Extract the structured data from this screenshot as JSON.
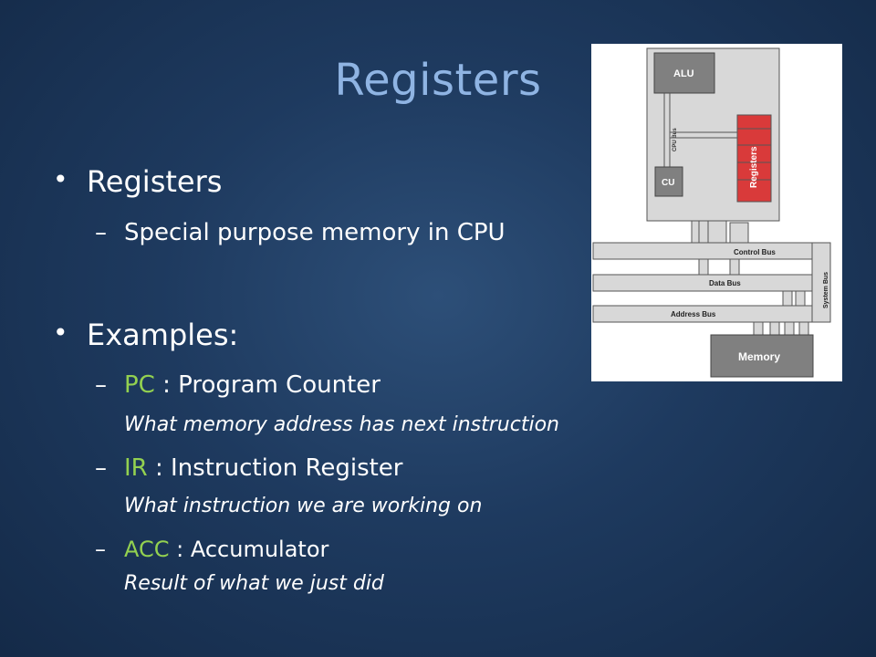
{
  "title": "Registers",
  "bullets": [
    {
      "label": "Registers",
      "subs": [
        {
          "prefix": "",
          "text": "Special purpose memory in CPU",
          "note": ""
        }
      ]
    },
    {
      "label": "Examples:",
      "subs": [
        {
          "prefix": "PC",
          "text": " : Program Counter",
          "note": "What memory address has next instruction"
        },
        {
          "prefix": "IR",
          "text": " : Instruction Register",
          "note": "What instruction we are working on"
        },
        {
          "prefix": "ACC",
          "text": " : Accumulator",
          "note": "Result of what we just did"
        }
      ]
    }
  ],
  "diagram": {
    "alu": "ALU",
    "cpu_bus": "CPU Bus",
    "registers": "Registers",
    "cu": "CU",
    "control_bus": "Control Bus",
    "data_bus": "Data Bus",
    "address_bus": "Address Bus",
    "system_bus": "System Bus",
    "memory": "Memory",
    "colors": {
      "box_fill": "#808080",
      "panel_fill": "#d8d8d8",
      "registers_fill": "#d93a3a",
      "outline": "#555555"
    }
  },
  "colors": {
    "title": "#8fb4e3",
    "accent": "#93d150",
    "text": "#ffffff"
  }
}
